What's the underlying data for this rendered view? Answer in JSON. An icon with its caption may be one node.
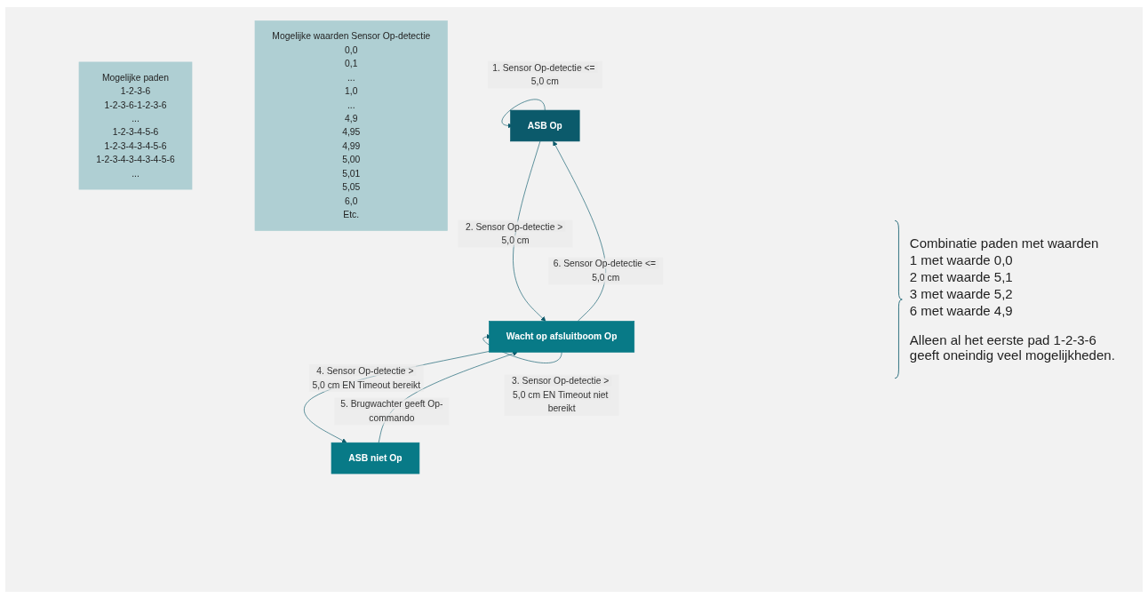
{
  "diagram": {
    "nodes": [
      {
        "text": [
          "ASB Op"
        ]
      },
      {
        "text": [
          "ASB niet Op"
        ]
      },
      {
        "text": [
          "Wacht op afsluitboom Op"
        ]
      },
      {
        "text": [
          "Mogelijke paden",
          "1-2-3-6",
          "1-2-3-6-1-2-3-6",
          "...",
          "1-2-3-4-5-6",
          "1-2-3-4-3-4-5-6",
          "1-2-3-4-3-4-3-4-5-6",
          "..."
        ]
      },
      {
        "text": [
          "Mogelijke waarden Sensor Op-detectie",
          "0,0",
          "0,1",
          "...",
          "1,0",
          "...",
          "4,9",
          "4,95",
          "4,99",
          "5,00",
          "5,01",
          "5,05",
          "6,0",
          "Etc."
        ]
      }
    ],
    "edges": [
      {
        "from": 0,
        "to": 0,
        "arrow": "to",
        "label": "1. Sensor Op-detectie <= 5,0 cm"
      },
      {
        "from": 0,
        "to": 2,
        "arrow": "to",
        "label": "2. Sensor Op-detectie > 5,0 cm"
      },
      {
        "from": 2,
        "to": 2,
        "arrow": "to",
        "label": "3. Sensor Op-detectie > 5,0 cm EN Timeout niet bereikt"
      },
      {
        "from": 2,
        "to": 1,
        "arrow": "to",
        "label": "4. Sensor Op-detectie > 5,0 cm EN Timeout bereikt"
      },
      {
        "from": 1,
        "to": 2,
        "arrow": "to",
        "label": "5. Brugwachter geeft Op-commando"
      },
      {
        "from": 2,
        "to": 0,
        "arrow": "to",
        "label": "6. Sensor Op-detectie <= 5,0 cm"
      }
    ],
    "labels": [
      "Combinatie paden met waarden",
      "1 met waarde 0,0",
      "2 met waarde 5,1",
      "3 met waarde 5,2",
      "6 met waarde 4,9",
      "Alleen al het eerste pad 1-2-3-6 geeft oneindig veel mogelijkheden."
    ]
  }
}
